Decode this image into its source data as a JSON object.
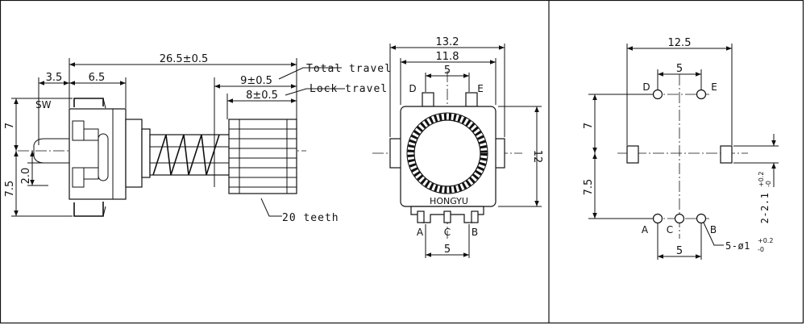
{
  "side_view": {
    "dim_total": "26.5±0.5",
    "dim_left": "3.5",
    "dim_mid": "6.5",
    "dim_travel": "9±0.5",
    "dim_lock": "8±0.5",
    "note_total": "Total travel",
    "note_lock": "Lock travel",
    "note_teeth": "20 teeth",
    "label_sw": "SW",
    "dim_v7": "7",
    "dim_v75": "7.5",
    "dim_v20": "2.0"
  },
  "front_view": {
    "dim_w132": "13.2",
    "dim_w118": "11.8",
    "dim_w5_top": "5",
    "dim_h12": "12",
    "dim_w5_bottom": "5",
    "pin_d": "D",
    "pin_e": "E",
    "pin_a": "A",
    "pin_c": "C",
    "pin_b": "B",
    "brand": "HONGYU"
  },
  "pcb_view": {
    "dim_w125": "12.5",
    "dim_w5_top": "5",
    "dim_v7": "7",
    "dim_v75": "7.5",
    "dim_w5_bottom": "5",
    "hole_spec": "5-ø1",
    "hole_tol_plus": "+0.2",
    "hole_tol_minus": "-0",
    "slot_spec": "2-2.1",
    "slot_tol_plus": "+0.2",
    "slot_tol_minus": "-0",
    "pin_d": "D",
    "pin_e": "E",
    "pin_a": "A",
    "pin_c": "C",
    "pin_b": "B"
  }
}
